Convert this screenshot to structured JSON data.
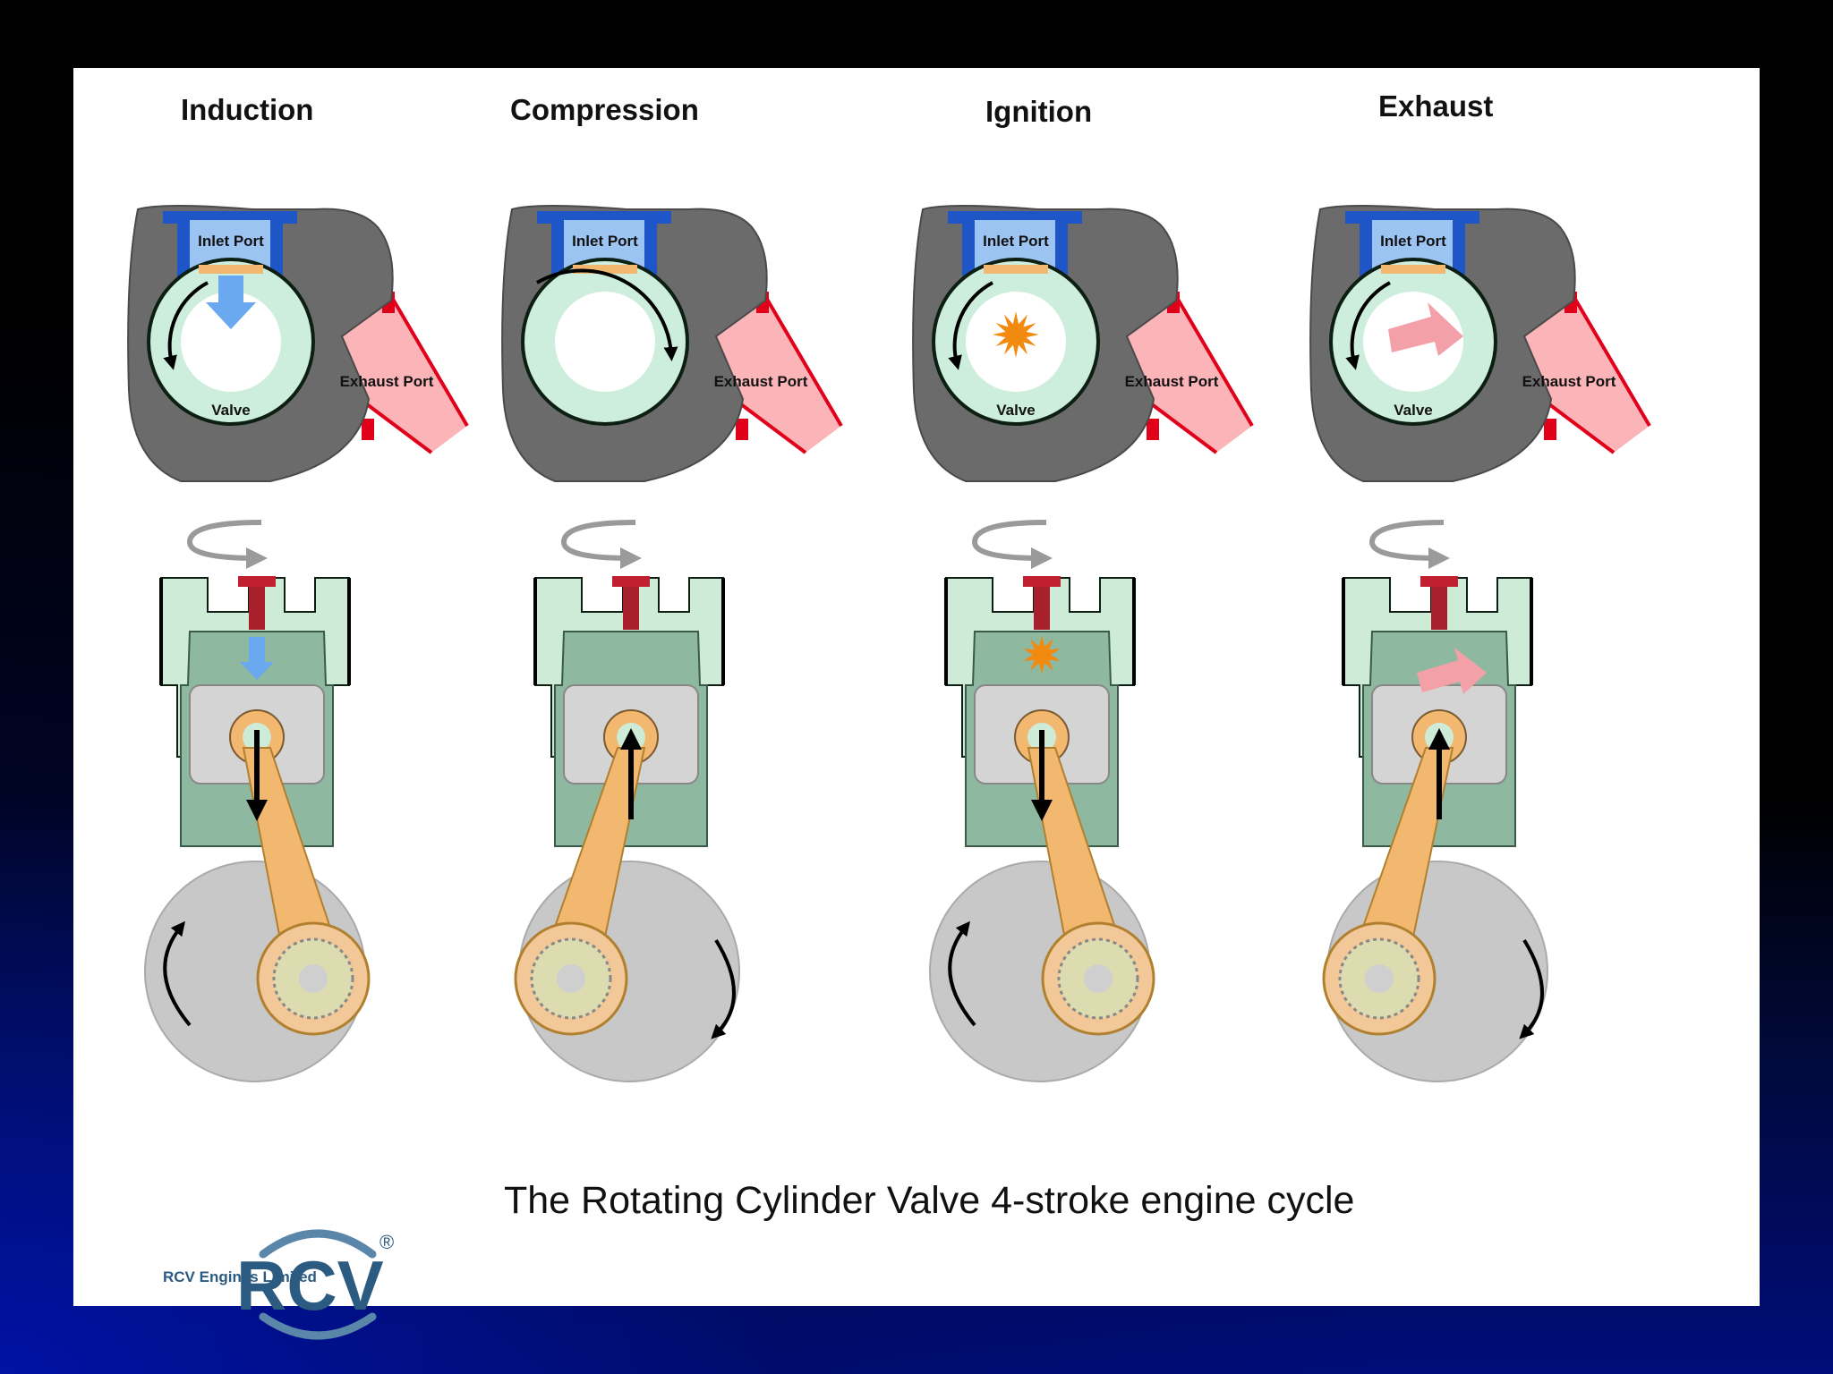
{
  "stages": [
    {
      "title": "Induction",
      "inlet_label": "Inlet Port",
      "exhaust_label": "Exhaust Port",
      "valve_label": "Valve",
      "piston_motion": "down",
      "flow": "intake"
    },
    {
      "title": "Compression",
      "inlet_label": "Inlet Port",
      "exhaust_label": "Exhaust Port",
      "valve_label": "",
      "piston_motion": "up",
      "flow": "none"
    },
    {
      "title": "Ignition",
      "inlet_label": "Inlet Port",
      "exhaust_label": "Exhaust Port",
      "valve_label": "Valve",
      "piston_motion": "down",
      "flow": "spark"
    },
    {
      "title": "Exhaust",
      "inlet_label": "Inlet Port",
      "exhaust_label": "Exhaust Port",
      "valve_label": "Valve",
      "piston_motion": "up",
      "flow": "exhaust"
    }
  ],
  "caption": "The Rotating Cylinder Valve 4-stroke engine cycle",
  "logo": {
    "mark": "RCV",
    "registered": "®",
    "company": "RCV Engines Limited"
  },
  "colors": {
    "slide_background": "#000000",
    "head_gray": "#6b6b6b",
    "inlet_blue": "#1e56c8",
    "inlet_fill": "#9cc4f2",
    "exhaust_red": "#e0001a",
    "exhaust_fill": "#fbb4b8",
    "valve_green": "#cdeedd",
    "con_rod_orange": "#f2b870",
    "spark_orange": "#f28a10",
    "logo_blue": "#2c5b82"
  }
}
